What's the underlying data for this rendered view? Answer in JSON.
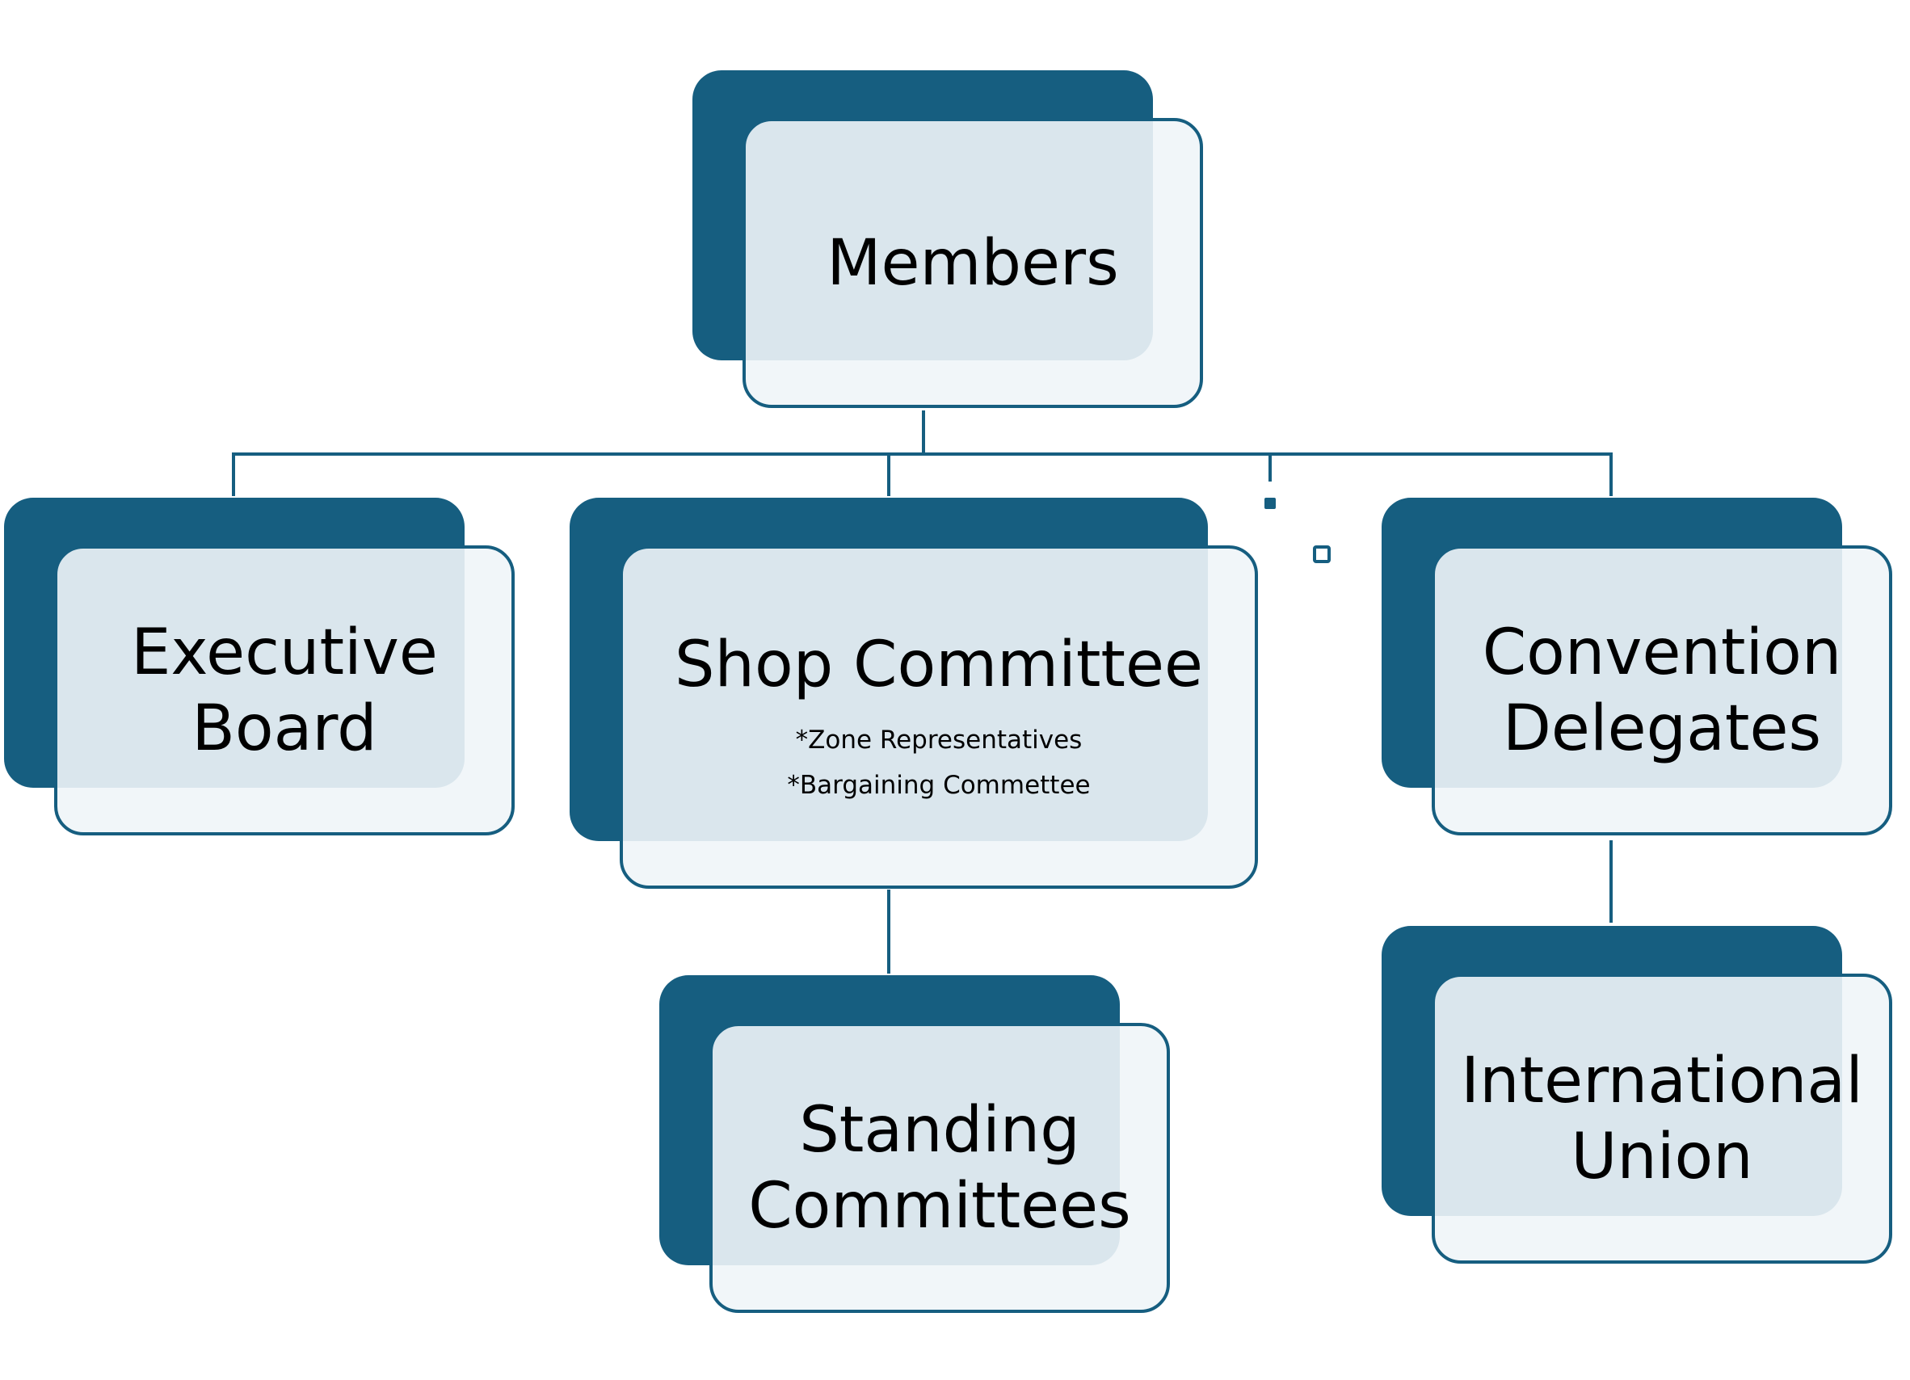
{
  "diagram": {
    "nodes": [
      {
        "id": "members",
        "title": "Members"
      },
      {
        "id": "executive-board",
        "title": "Executive\nBoard"
      },
      {
        "id": "shop-committee",
        "title": "Shop Committee",
        "notes": [
          "*Zone Representatives",
          "*Bargaining Commettee"
        ]
      },
      {
        "id": "convention-delegates",
        "title": "Convention\nDelegates"
      },
      {
        "id": "standing-committees",
        "title": "Standing\nCommittees"
      },
      {
        "id": "international-union",
        "title": "International\nUnion"
      }
    ],
    "edges": [
      {
        "from": "members",
        "to": "executive-board"
      },
      {
        "from": "members",
        "to": "shop-committee"
      },
      {
        "from": "members",
        "to": "convention-delegates"
      },
      {
        "from": "shop-committee",
        "to": "standing-committees"
      },
      {
        "from": "convention-delegates",
        "to": "international-union"
      }
    ],
    "colors": {
      "primary": "#165e80",
      "box_fill": "#eff5f8",
      "text": "#000000"
    }
  }
}
